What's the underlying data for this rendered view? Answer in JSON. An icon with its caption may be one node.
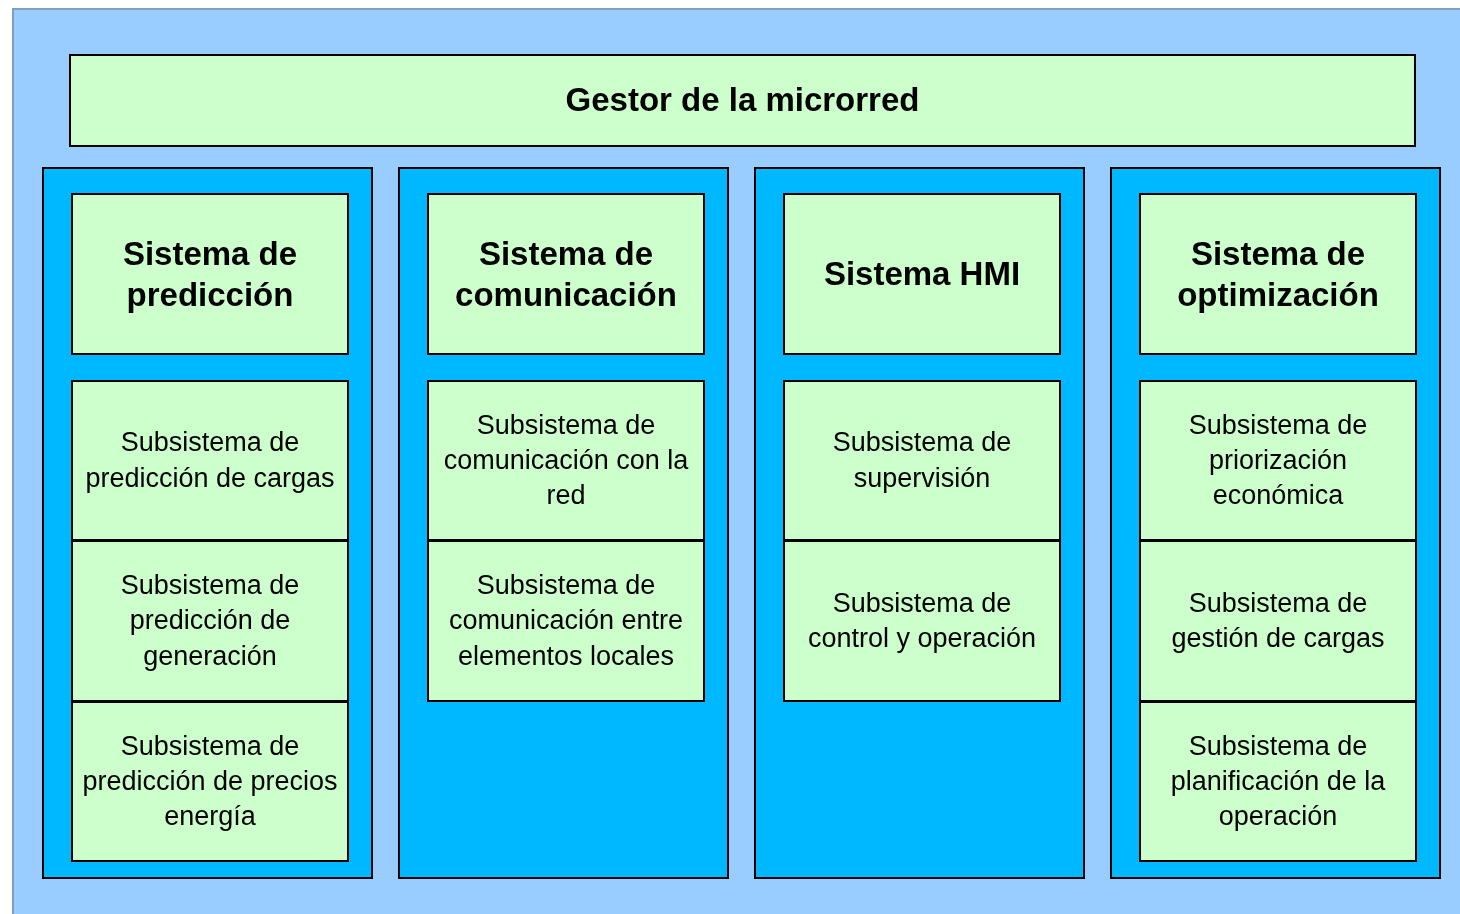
{
  "diagram": {
    "nodes": [
      {
        "text": [
          "Gestor de la microrred"
        ]
      },
      {
        "text": [],
        "shape": "box"
      },
      {
        "text": [
          "Sistema de predicción"
        ],
        "in": 1
      },
      {
        "text": [
          "Subsistema de predicción de cargas"
        ],
        "in": 1
      },
      {
        "text": [
          "Subsistema de predicción de generación"
        ],
        "in": 1
      },
      {
        "text": [
          "Subsistema de predicción de precios energía"
        ],
        "in": 1
      },
      {
        "text": [],
        "shape": "box"
      },
      {
        "text": [
          "Sistema de comunicación"
        ],
        "in": 6
      },
      {
        "text": [
          "Subsistema de comunicación con la red"
        ],
        "in": 6
      },
      {
        "text": [
          "Subsistema de comunicación entre elementos locales"
        ],
        "in": 6
      },
      {
        "text": [],
        "shape": "box"
      },
      {
        "text": [
          "Sistema HMI"
        ],
        "in": 10
      },
      {
        "text": [
          "Subsistema de supervisión"
        ],
        "in": 10
      },
      {
        "text": [
          "Subsistema de control y operación"
        ],
        "in": 10
      },
      {
        "text": [],
        "shape": "box"
      },
      {
        "text": [
          "Sistema de optimización"
        ],
        "in": 14
      },
      {
        "text": [
          "Subsistema de priorización económica"
        ],
        "in": 14
      },
      {
        "text": [
          "Subsistema de gestión de cargas"
        ],
        "in": 14
      },
      {
        "text": [
          "Subsistema de planificación de la operación"
        ],
        "in": 14
      }
    ]
  }
}
